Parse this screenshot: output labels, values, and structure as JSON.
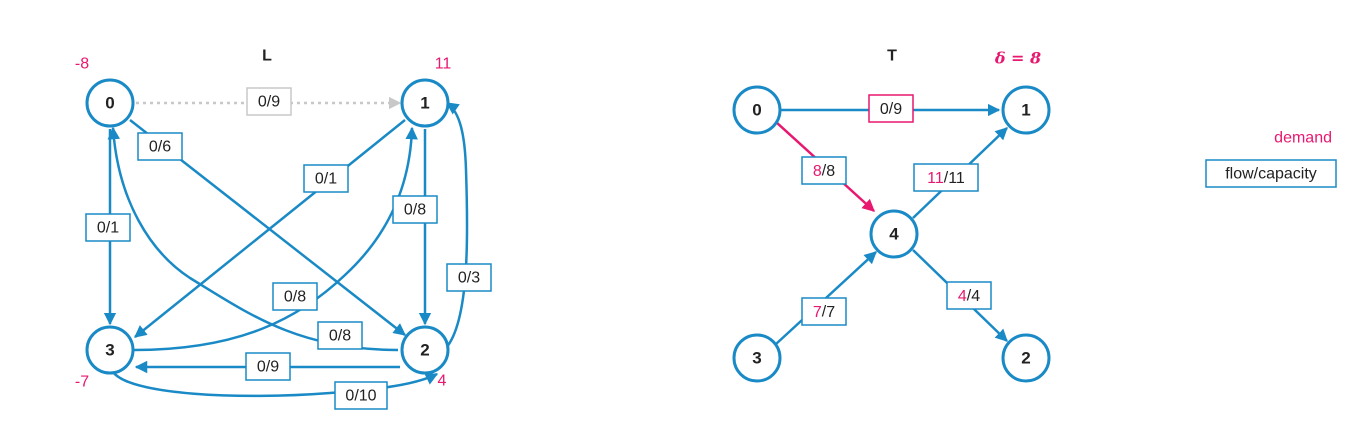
{
  "colors": {
    "edge": "#1a8ac6",
    "node": "#1a8ac6",
    "highlight": "#e8176f",
    "inactive": "#c8c8c8",
    "text": "#222222"
  },
  "left_graph": {
    "title": "L",
    "nodes": [
      {
        "id": "0",
        "label": "0",
        "demand": "-8"
      },
      {
        "id": "1",
        "label": "1",
        "demand": "11"
      },
      {
        "id": "2",
        "label": "2",
        "demand": "4"
      },
      {
        "id": "3",
        "label": "3",
        "demand": "-7"
      }
    ],
    "edges": [
      {
        "from": "0",
        "to": "1",
        "label": "0/9",
        "style": "inactive"
      },
      {
        "from": "0",
        "to": "2",
        "label": "0/6",
        "style": "normal"
      },
      {
        "from": "0",
        "to": "3",
        "label": "0/1",
        "style": "normal"
      },
      {
        "from": "2",
        "to": "0",
        "label": "0/8",
        "style": "normal"
      },
      {
        "from": "1",
        "to": "3",
        "label": "0/1",
        "style": "normal"
      },
      {
        "from": "3",
        "to": "1",
        "label": "0/8",
        "style": "normal"
      },
      {
        "from": "1",
        "to": "2",
        "label": "0/8",
        "style": "normal"
      },
      {
        "from": "2",
        "to": "1",
        "label": "0/3",
        "style": "normal"
      },
      {
        "from": "2",
        "to": "3",
        "label": "0/9",
        "style": "normal"
      },
      {
        "from": "3",
        "to": "2",
        "label": "0/10",
        "style": "normal"
      }
    ]
  },
  "right_graph": {
    "title": "T",
    "delta": "δ = 8",
    "nodes": [
      {
        "id": "0",
        "label": "0"
      },
      {
        "id": "1",
        "label": "1"
      },
      {
        "id": "2",
        "label": "2"
      },
      {
        "id": "3",
        "label": "3"
      },
      {
        "id": "4",
        "label": "4"
      }
    ],
    "edges": [
      {
        "from": "0",
        "to": "1",
        "flow": "0",
        "capacity": "9",
        "style": "normal",
        "box": "highlight"
      },
      {
        "from": "0",
        "to": "4",
        "flow": "8",
        "capacity": "8",
        "style": "highlight",
        "box": "normal"
      },
      {
        "from": "4",
        "to": "1",
        "flow": "11",
        "capacity": "11",
        "style": "normal",
        "box": "normal"
      },
      {
        "from": "3",
        "to": "4",
        "flow": "7",
        "capacity": "7",
        "style": "normal",
        "box": "normal"
      },
      {
        "from": "4",
        "to": "2",
        "flow": "4",
        "capacity": "4",
        "style": "normal",
        "box": "normal"
      }
    ]
  },
  "legend": {
    "demand_label": "demand",
    "flow_label": "flow/capacity"
  }
}
